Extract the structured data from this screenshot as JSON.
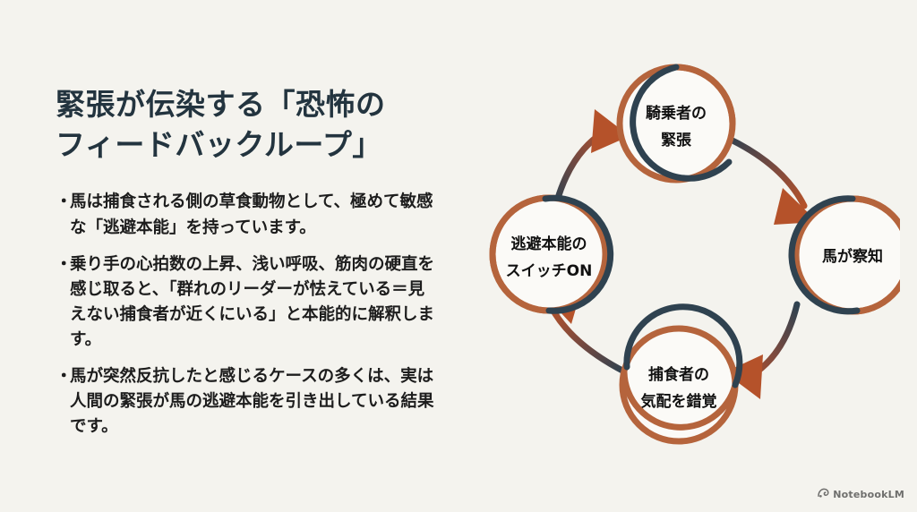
{
  "slide": {
    "background_color": "#f4f3ee",
    "title": "緊張が伝染する「恐怖の\nフィードバックループ」",
    "title_color": "#23343f",
    "bullets": [
      {
        "marker": "・",
        "text": "馬は捕食される側の草食動物として、極めて敏感な「逃避本能」を持っています。"
      },
      {
        "marker": "・",
        "text": "乗り手の心拍数の上昇、浅い呼吸、筋肉の硬直を感じ取ると、「群れのリーダーが怯えている＝見えない捕食者が近くにいる」と本能的に解釈します。"
      },
      {
        "marker": "・",
        "text": "馬が突然反抗したと感じるケースの多くは、実は人間の緊張が馬の逃避本能を引き出している結果です。"
      }
    ]
  },
  "diagram": {
    "type": "cycle",
    "direction": "clockwise",
    "ring_color_primary": "#2f4250",
    "ring_color_secondary": "#b5643c",
    "arrow_color_tail": "#2f4250",
    "arrow_color_head": "#b5522a",
    "node_fill": "#fbfaf7",
    "nodes": [
      {
        "id": "node-top",
        "position": "top",
        "lines": [
          "騎乗者の",
          "緊張"
        ]
      },
      {
        "id": "node-right",
        "position": "right",
        "lines": [
          "馬が察知"
        ]
      },
      {
        "id": "node-bottom",
        "position": "bottom",
        "lines": [
          "捕食者の",
          "気配を錯覚"
        ]
      },
      {
        "id": "node-left",
        "position": "left",
        "lines": [
          "逃避本能の",
          "スイッチON"
        ]
      }
    ],
    "arrows": [
      {
        "id": "arrow-top-to-right",
        "from": "node-top",
        "to": "node-right"
      },
      {
        "id": "arrow-right-to-bottom",
        "from": "node-right",
        "to": "node-bottom"
      },
      {
        "id": "arrow-bottom-to-left",
        "from": "node-bottom",
        "to": "node-left"
      },
      {
        "id": "arrow-left-to-top",
        "from": "node-left",
        "to": "node-top"
      }
    ]
  },
  "watermark": {
    "label": "NotebookLM",
    "icon": "notebooklm-logo-icon"
  }
}
